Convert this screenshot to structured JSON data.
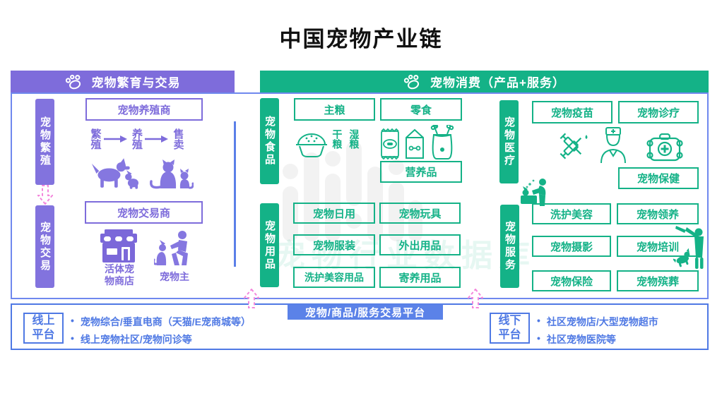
{
  "title": "中国宠物产业链",
  "bullet": "•",
  "watermark": {
    "text": "宠物行业数据库"
  },
  "breeding": {
    "header": "宠物繁育与交易",
    "stage_breeding": "宠物繁殖",
    "stage_trading": "宠物交易",
    "breeder_box": "宠物养殖商",
    "flow": [
      "繁殖",
      "养殖",
      "售卖"
    ],
    "trader_box": "宠物交易商",
    "store_label": "活体宠物商店",
    "owner_label": "宠物主"
  },
  "consumption": {
    "header": "宠物消费（产品+服务）",
    "food": {
      "label": "宠物食品",
      "staple": "主粮",
      "snack": "零食",
      "dry": "干粮",
      "wet": "湿粮",
      "nutrition": "营养品"
    },
    "supplies": {
      "label": "宠物用品",
      "items": [
        "宠物日用",
        "宠物玩具",
        "宠物服装",
        "外出用品",
        "洗护美容用品",
        "寄养用品"
      ]
    },
    "medical": {
      "label": "宠物医疗",
      "items": [
        "宠物疫苗",
        "宠物诊疗",
        "宠物保健"
      ]
    },
    "services": {
      "label": "宠物服务",
      "items": [
        "洗护美容",
        "宠物领养",
        "宠物摄影",
        "宠物培训",
        "宠物保险",
        "宠物殡葬"
      ]
    }
  },
  "platform": {
    "banner": "宠物/商品/服务交易平台",
    "online": {
      "label": "线上平台",
      "items": [
        "宠物综合/垂直电商（天猫/E宠商城等）",
        "线上宠物社区/宠物问诊等"
      ]
    },
    "offline": {
      "label": "线下平台",
      "items": [
        "社区宠物店/大型宠物超市",
        "社区宠物医院等"
      ]
    }
  },
  "colors": {
    "purple": "#7E6CDB",
    "purple_bar": "#8273DE",
    "green": "#14B287",
    "blue": "#4F79E4",
    "banner_blue": "#5B82E8",
    "pink": "#F487DC",
    "frame_blue": "#6F88EE"
  }
}
